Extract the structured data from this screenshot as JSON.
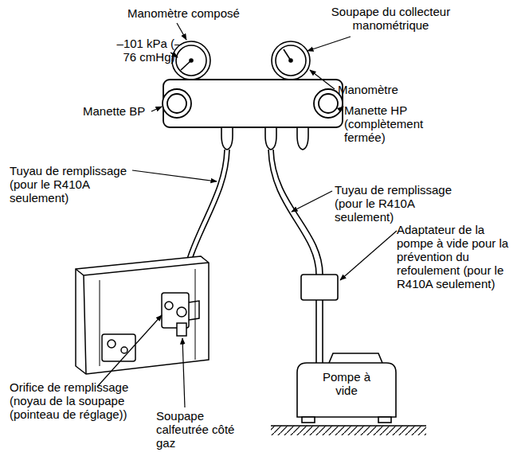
{
  "diagram": {
    "nodes": [
      {
        "text": [
          "Pompe à vide"
        ]
      }
    ],
    "labels": [
      "Manomètre composé",
      "Soupape du collecteur manométrique",
      "–101 kPa (–76 cmHg)",
      "Manomètre",
      "Manette BP",
      "Manette HP (complètement fermée)",
      "Tuyau de remplissage (pour le R410A seulement)",
      "Tuyau de remplissage (pour le R410A seulement)",
      "Adaptateur de la pompe à vide pour la prévention du refoulement (pour le R410A seulement)",
      "Orifice de remplissage (noyau de la soupape (pointeau de réglage))",
      "Soupape calfeutrée côté gaz"
    ]
  }
}
